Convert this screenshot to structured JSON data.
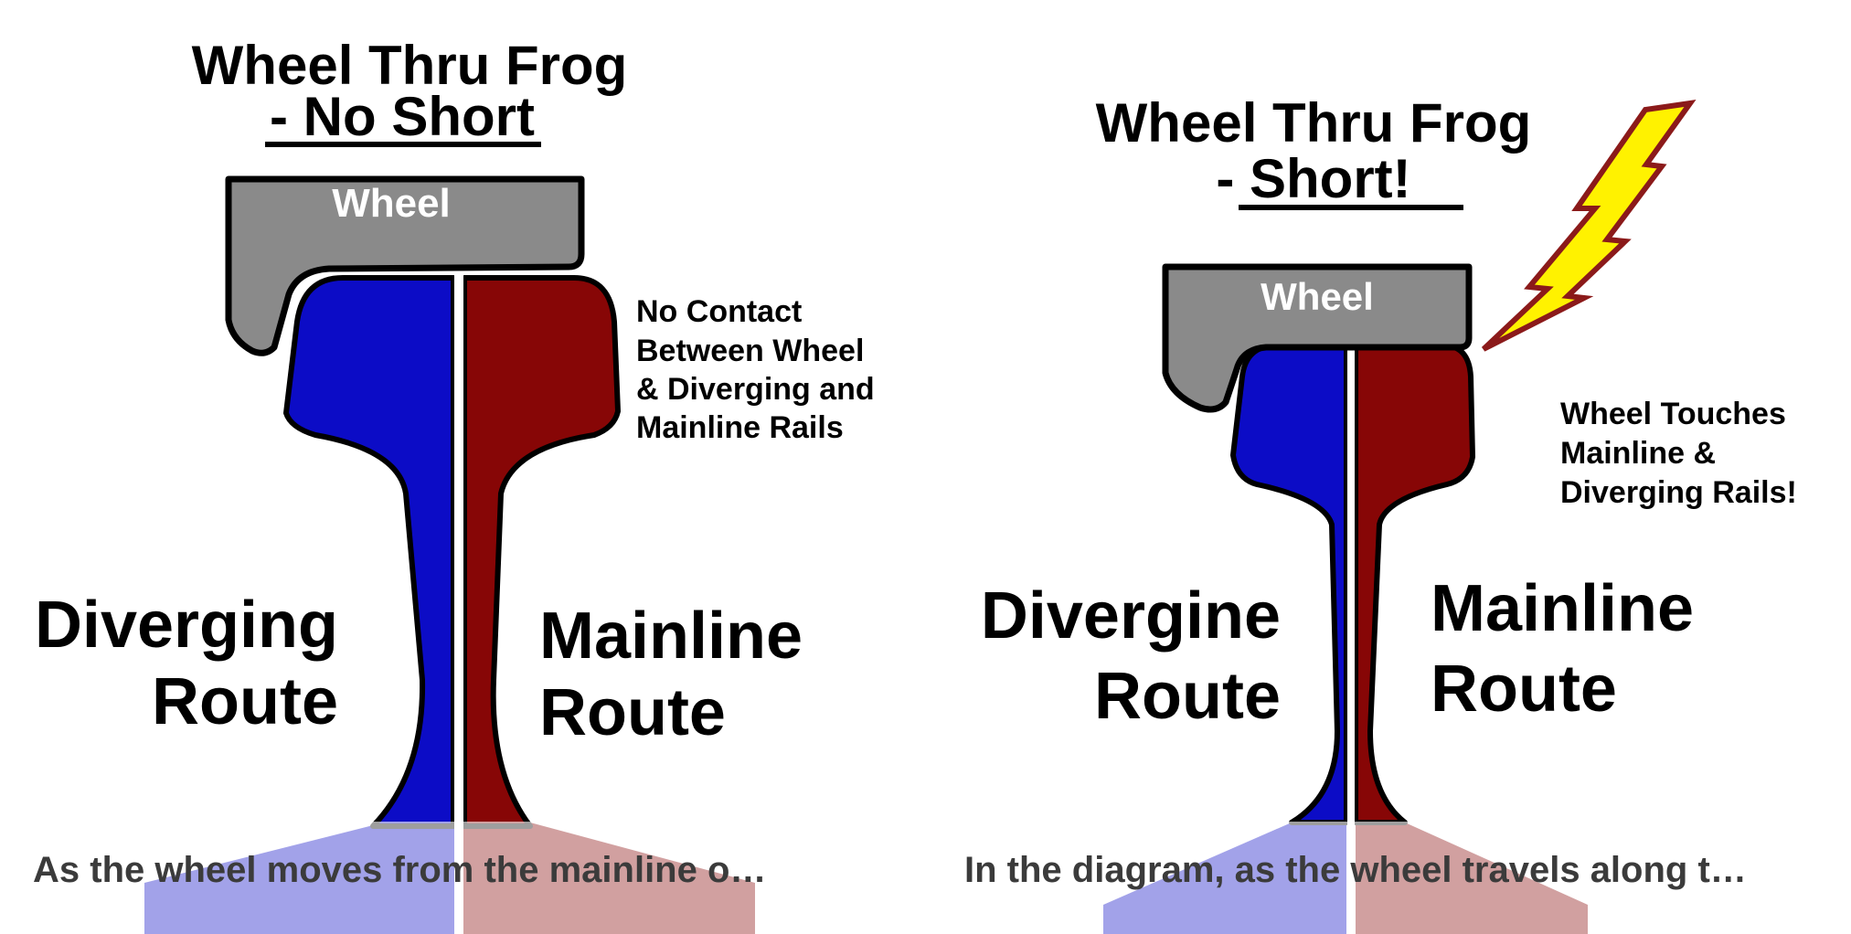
{
  "left": {
    "title_line1": "Wheel Thru Frog",
    "title_line2": "- No Short",
    "wheel_label": "Wheel",
    "note": [
      "No Contact",
      "Between Wheel",
      "& Diverging and",
      "Mainline Rails"
    ],
    "diverging_label": [
      "Diverging",
      "Route"
    ],
    "mainline_label": [
      "Mainline",
      "Route"
    ],
    "caption": "As the wheel moves from the mainline o…"
  },
  "right": {
    "title_line1": "Wheel Thru Frog",
    "title_line2": "- Short!",
    "wheel_label": "Wheel",
    "note": [
      "Wheel Touches",
      "Mainline &",
      "Diverging Rails!"
    ],
    "diverging_label": [
      "Divergine",
      "Route"
    ],
    "mainline_label": [
      "Mainline",
      "Route"
    ],
    "caption": "In the diagram, as the wheel travels along t…"
  },
  "colors": {
    "diverging_rail": "#0c0cc6",
    "mainline_rail": "#870606",
    "wheel": "#8a8a8a",
    "outline": "#000000",
    "lightning_fill": "#fff200",
    "lightning_stroke": "#8b1a1a",
    "caption_text": "#3b3b3b"
  }
}
